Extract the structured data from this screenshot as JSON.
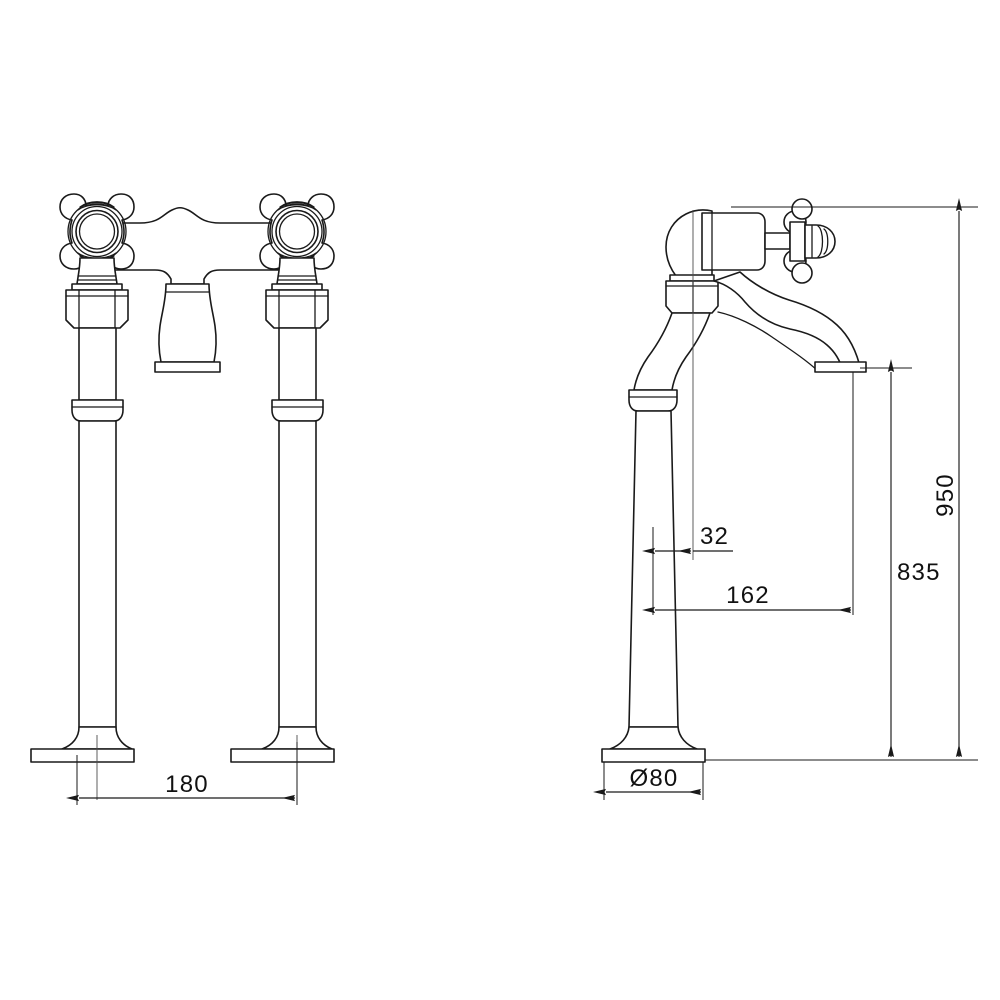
{
  "document": {
    "type": "technical-drawing",
    "subject": "Bridge bath filler tap with cross-head handles and standpipe legs",
    "views": [
      "front-elevation",
      "side-elevation"
    ],
    "units": "mm",
    "background_color": "#ffffff",
    "line_color": "#1a1a1a"
  },
  "dimensions": {
    "leg_spacing": {
      "label": "180",
      "view": "front-elevation",
      "orientation": "horizontal",
      "value": 180
    },
    "base_diameter": {
      "label": "Ø80",
      "view": "side-elevation",
      "orientation": "horizontal",
      "value": 80
    },
    "spout_offset_small": {
      "label": "32",
      "view": "side-elevation",
      "orientation": "horizontal",
      "value": 32
    },
    "spout_reach": {
      "label": "162",
      "view": "side-elevation",
      "orientation": "horizontal",
      "value": 162
    },
    "spout_height": {
      "label": "835",
      "view": "side-elevation",
      "orientation": "vertical",
      "value": 835
    },
    "overall_height": {
      "label": "950",
      "view": "side-elevation",
      "orientation": "vertical",
      "value": 950
    }
  },
  "front_view": {
    "name": "front-elevation",
    "parts": [
      "cross-head-handle-left",
      "cross-head-handle-right",
      "hex-nut-left",
      "hex-nut-right",
      "standpipe-leg-left",
      "standpipe-leg-right",
      "leg-collar-left",
      "leg-collar-right",
      "base-flange-left",
      "base-flange-right",
      "bridge-body",
      "central-spout-shroud"
    ]
  },
  "side_view": {
    "name": "side-elevation",
    "parts": [
      "cross-head-handle-side",
      "handle-dome-cap",
      "valve-bonnet",
      "hex-nut-side",
      "swan-neck-spout",
      "spout-outlet",
      "standpipe-leg-side",
      "leg-collar-side",
      "base-flange-side"
    ]
  }
}
